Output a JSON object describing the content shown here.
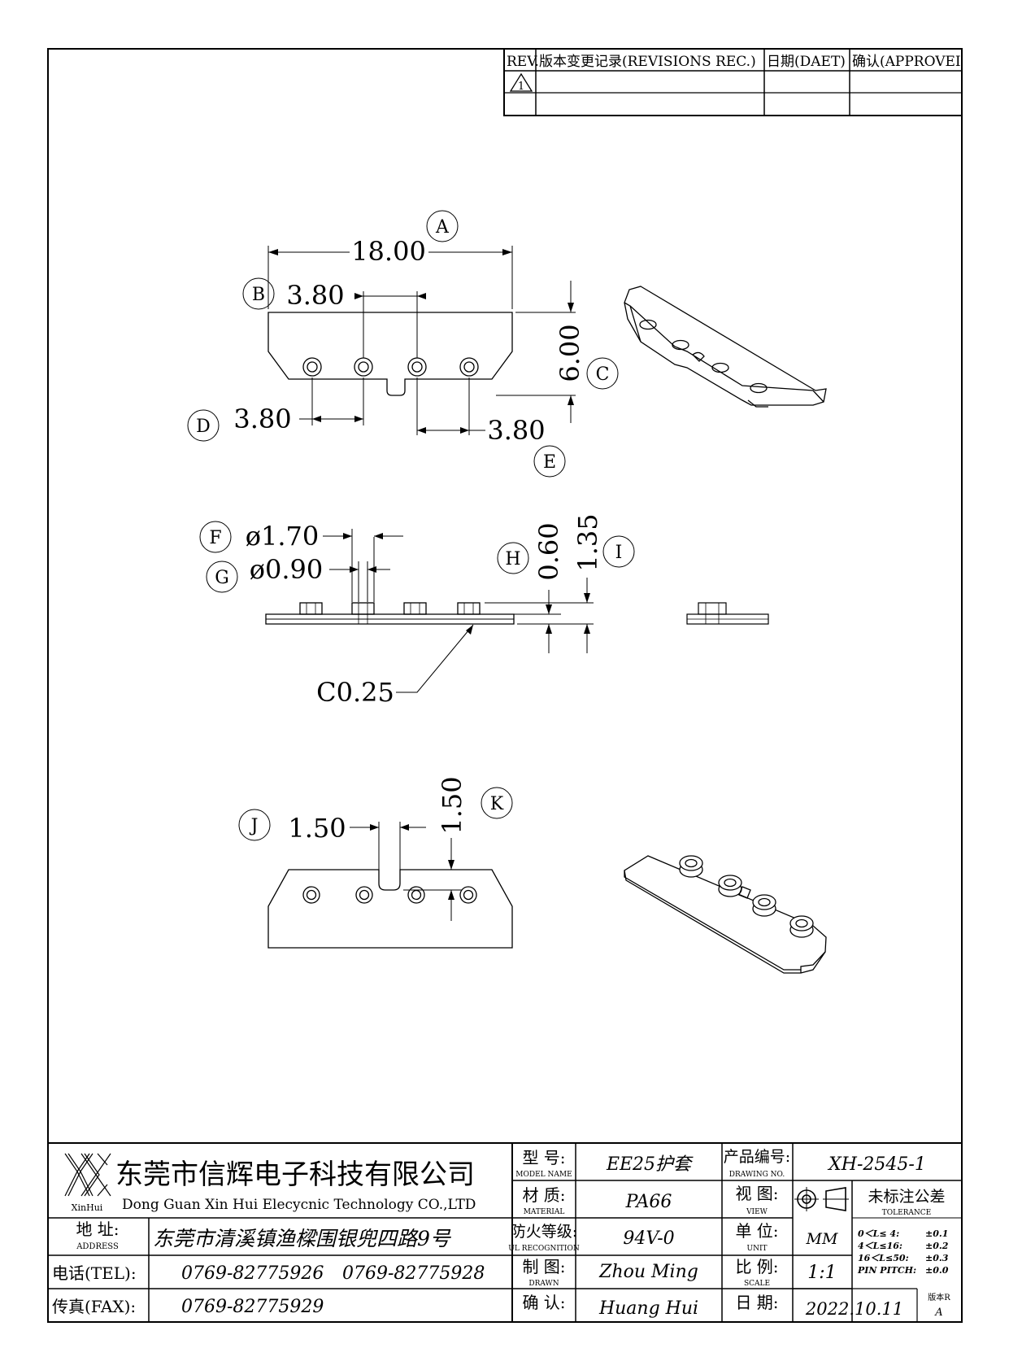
{
  "revisions": {
    "headers": [
      "REV.",
      "版本变更记录(REVISIONS REC.)",
      "日期(DAET)",
      "确认(APPROVEI"
    ],
    "rows": [
      [
        "1",
        "",
        "",
        ""
      ],
      [
        "",
        "",
        "",
        ""
      ]
    ]
  },
  "views": {
    "top": {
      "dims": {
        "overall_width": "18.00",
        "pitch_left": "3.80",
        "height": "6.00",
        "pitch_bottom_left": "3.80",
        "pitch_bottom_right": "3.80"
      },
      "balloons": {
        "a": "A",
        "b": "B",
        "c": "C",
        "d": "D",
        "e": "E"
      }
    },
    "side": {
      "dims": {
        "outer_dia": "ø1.70",
        "inner_dia": "ø0.90",
        "plate_thick": "0.60",
        "total_height": "1.35",
        "chamfer": "C0.25"
      },
      "balloons": {
        "f": "F",
        "g": "G",
        "h": "H",
        "i": "I"
      }
    },
    "bottom": {
      "dims": {
        "slot_width": "1.50",
        "slot_depth": "1.50"
      },
      "balloons": {
        "j": "J",
        "k": "K"
      }
    }
  },
  "title_block": {
    "logo_text": "XinHui",
    "company_cn": "东莞市信辉电子科技有限公司",
    "company_en": "Dong Guan Xin Hui Elecycnic Technology CO.,LTD",
    "address_label": "地 址:",
    "address_label_en": "ADDRESS",
    "address": "东莞市清溪镇渔樑围银兜四路9号",
    "tel_label": "电话(TEL):",
    "tel1": "0769-82775926",
    "tel2": "0769-82775928",
    "fax_label": "传真(FAX):",
    "fax": "0769-82775929",
    "model_label": "型 号:",
    "model_label_en": "MODEL NAME",
    "model": "EE25护套",
    "material_label": "材 质:",
    "material_label_en": "MATERIAL",
    "material": "PA66",
    "ul_label": "防火等级:",
    "ul_label_en": "UL RECOGNITION",
    "ul": "94V-0",
    "drawn_label": "制 图:",
    "drawn_label_en": "DRAWN",
    "drawn": "Zhou Ming",
    "approved_label": "确 认:",
    "approved": "Huang Hui",
    "drawing_no_label": "产品编号:",
    "drawing_no_label_en": "DRAWING NO.",
    "drawing_no": "XH-2545-1",
    "view_label": "视 图:",
    "view_label_en": "VIEW",
    "unit_label": "单 位:",
    "unit_label_en": "UNIT",
    "unit": "MM",
    "scale_label": "比 例:",
    "scale_label_en": "SCALE",
    "scale": "1:1",
    "date_label": "日 期:",
    "date": "2022.10.11",
    "version_label": "版本R",
    "version": "A",
    "tolerance_title": "未标注公差",
    "tolerance_title_en": "TOLERANCE",
    "tolerances": [
      {
        "range": "0＜L≤ 4:",
        "value": "±0.1"
      },
      {
        "range": "4＜L≤16:",
        "value": "±0.2"
      },
      {
        "range": "16＜L≤50:",
        "value": "±0.3"
      },
      {
        "range": "PIN PITCH:",
        "value": "±0.0"
      }
    ]
  }
}
